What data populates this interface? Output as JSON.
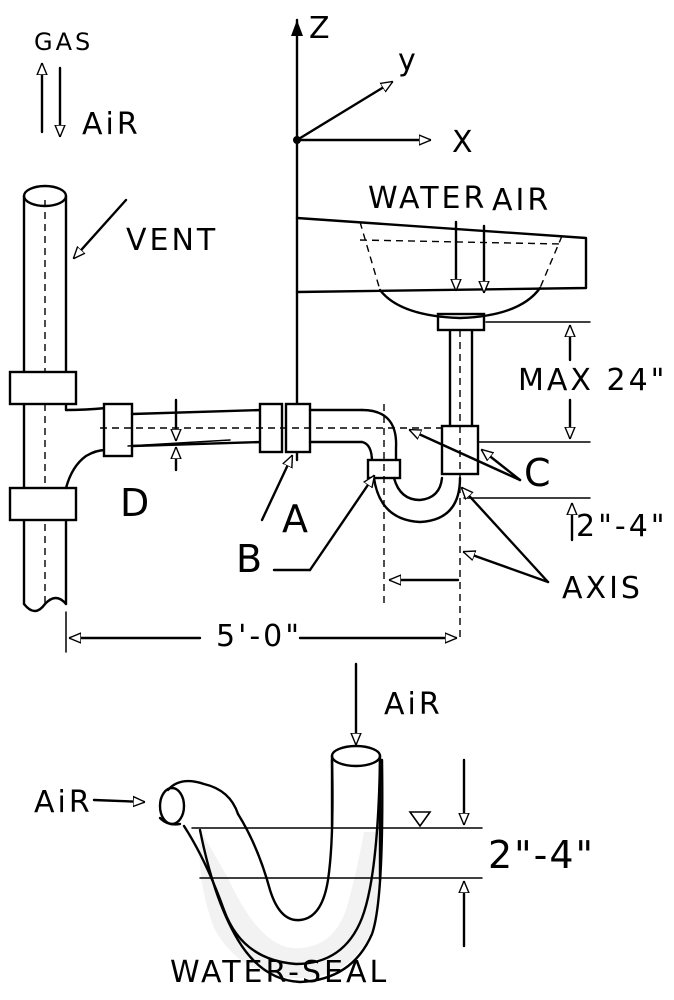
{
  "labels": {
    "gas": "GAS",
    "air_top": "AiR",
    "vent": "VENT",
    "water": "WATER",
    "air_sink": "AIR",
    "max": "MAX 24\"",
    "axis_z": "Z",
    "axis_y": "y",
    "axis_x": "X",
    "point_a": "A",
    "point_b": "B",
    "point_c": "C",
    "point_d": "D",
    "trap_offset": "2\"-4\"",
    "axis": "AXIS",
    "distance": "5'-0\"",
    "air_seal_top": "AiR",
    "air_seal_left": "AiR",
    "seal_depth": "2\"-4\"",
    "water_seal": "WATER-SEAL"
  }
}
